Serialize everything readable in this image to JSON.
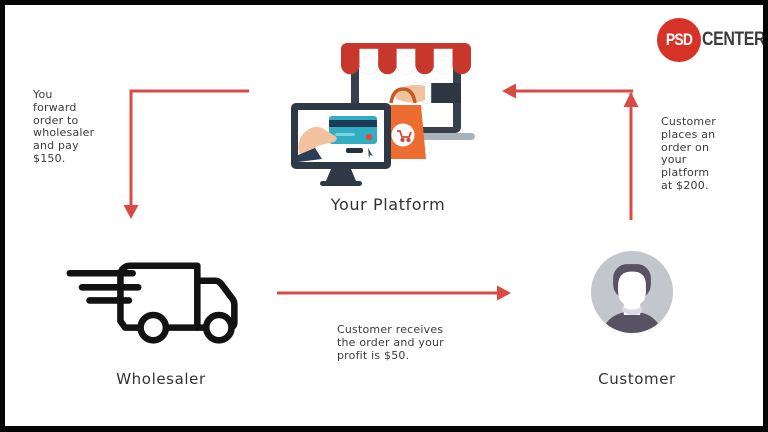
{
  "page": {
    "background": "#ffffff",
    "border_color": "#050505"
  },
  "logo": {
    "circle_text": "PSD",
    "side_text": "CENTER",
    "circle_color": "#d63228",
    "side_text_color": "#3c3c3c"
  },
  "nodes": {
    "platform": {
      "label": "Your Platform"
    },
    "wholesaler": {
      "label": "Wholesaler"
    },
    "customer": {
      "label": "Customer"
    }
  },
  "annotations": {
    "forward_order": "You\nforward\norder to\nwholesaler\nand pay\n$150.",
    "customer_places": "Customer\nplaces an\norder on\nyour\nplatform\nat $200.",
    "customer_receives": "Customer receives\nthe order and your\nprofit is $50."
  },
  "colors": {
    "arrow_red": "#d94b42",
    "logo_red": "#d63228",
    "text_dark": "#3b3b3b",
    "truck_black": "#121212",
    "avatar_bg": "#c4c6cd",
    "avatar_dark": "#575264",
    "bag_orange": "#ed6c30",
    "awning_red": "#c8372c"
  }
}
